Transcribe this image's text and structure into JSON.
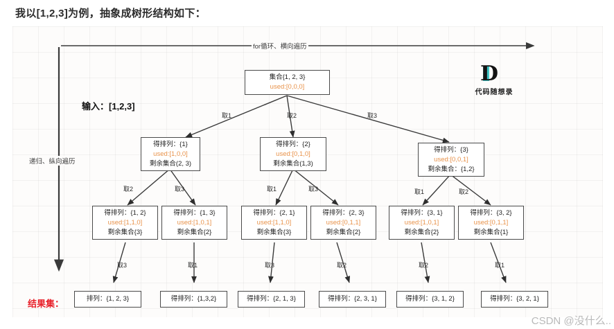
{
  "intro": "我以[1,2,3]为例，抽象成树形结构如下：",
  "axis": {
    "horizontal_label": "for循环、横向遍历",
    "vertical_label": "递归、纵向遍历"
  },
  "input_label": "输入：[1,2,3]",
  "result_label": "结果集：",
  "logo": {
    "glyph": "D",
    "name": "代码随想录"
  },
  "watermark": "CSDN @没什么..",
  "colors": {
    "used_text": "#e8924a",
    "result_label": "#e8202a",
    "node_border": "#4a4a4a",
    "canvas_bg": "#fdfcfb",
    "logo_accent": "#3fc4c4"
  },
  "tree": {
    "root": {
      "line1": "集合{1, 2, 3}",
      "used": "used:[0,0,0]"
    },
    "level1_edges": [
      "取1",
      "取2",
      "取3"
    ],
    "level1": [
      {
        "line1": "得排列：{1}",
        "used": "used:[1,0,0]",
        "line3": "剩余集合(2, 3)"
      },
      {
        "line1": "得排列：{2}",
        "used": "used:[0,1,0]",
        "line3": "剩余集合(1,3)"
      },
      {
        "line1": "得排列：{3}",
        "used": "used:[0,0,1]",
        "line3": "剩余集合：{1,2}"
      }
    ],
    "level2_edges": [
      "取2",
      "取3",
      "取1",
      "取3",
      "取1",
      "取2"
    ],
    "level2": [
      {
        "line1": "得排列：{1, 2}",
        "used": "used:[1,1,0]",
        "line3": "剩余集合{3}"
      },
      {
        "line1": "得排列：{1, 3}",
        "used": "used:[1,0,1]",
        "line3": "剩余集合{2}"
      },
      {
        "line1": "得排列：{2, 1}",
        "used": "used:[1,1,0]",
        "line3": "剩余集合{3}"
      },
      {
        "line1": "得排列：{2, 3}",
        "used": "used:[0,1,1]",
        "line3": "剩余集合{2}"
      },
      {
        "line1": "得排列：{3, 1}",
        "used": "used:[1,0,1]",
        "line3": "剩余集合{2}"
      },
      {
        "line1": "得排列：{3, 2}",
        "used": "used:[0,1,1]",
        "line3": "剩余集合{1}"
      }
    ],
    "level3_edges": [
      "取3",
      "取1",
      "取3",
      "取2",
      "取2",
      "取1"
    ],
    "level3": [
      {
        "text": "排列：{1, 2, 3}"
      },
      {
        "text": "得排列：{1,3,2}"
      },
      {
        "text": "得排列：{2, 1, 3}"
      },
      {
        "text": "得排列：{2, 3, 1}"
      },
      {
        "text": "得排列：{3, 1, 2}"
      },
      {
        "text": "得排列：{3, 2, 1}"
      }
    ]
  }
}
